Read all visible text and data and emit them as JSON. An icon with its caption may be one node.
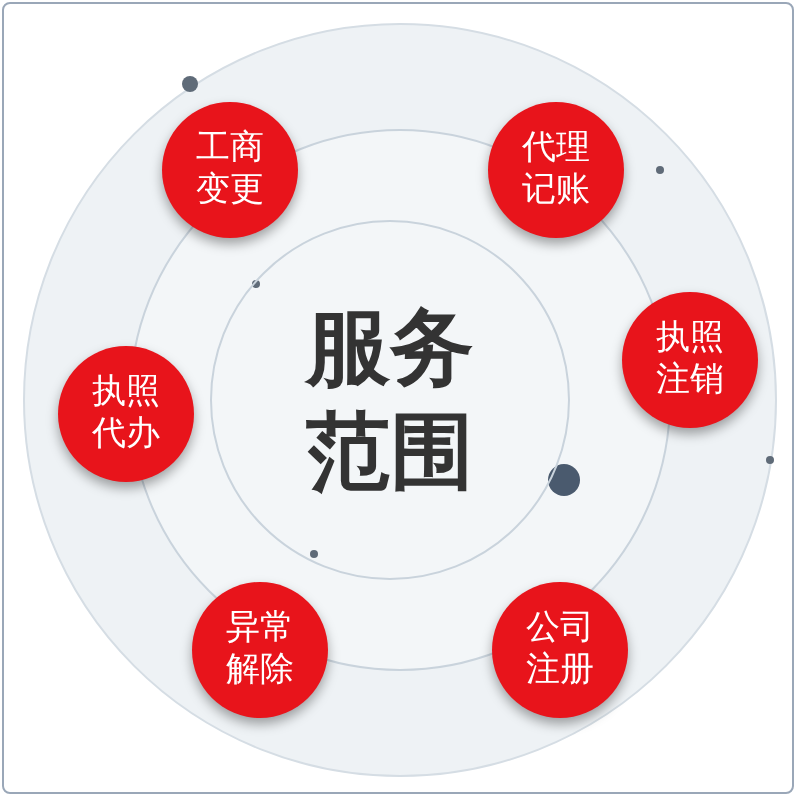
{
  "diagram": {
    "nodes": [
      {
        "text": [
          "服务范围"
        ]
      },
      {
        "text": [
          "工商变更"
        ]
      },
      {
        "text": [
          "代理记账"
        ]
      },
      {
        "text": [
          "执照注销"
        ]
      },
      {
        "text": [
          "执照代办"
        ]
      },
      {
        "text": [
          "异常解除"
        ]
      },
      {
        "text": [
          "公司注册"
        ]
      }
    ]
  }
}
